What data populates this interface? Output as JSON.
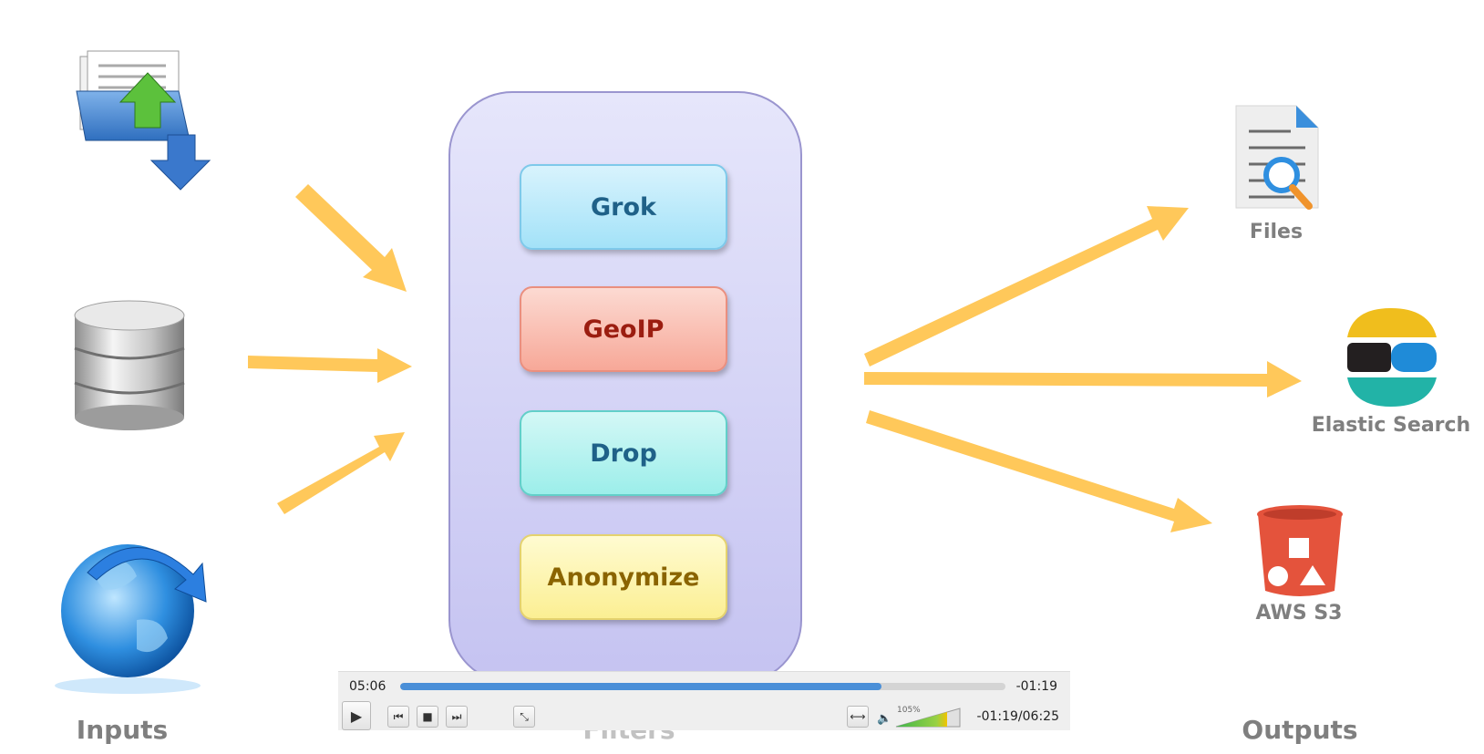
{
  "sections": {
    "inputs_label": "Inputs",
    "filters_label": "Filters",
    "outputs_label": "Outputs"
  },
  "filters": [
    {
      "label": "Grok"
    },
    {
      "label": "GeoIP"
    },
    {
      "label": "Drop"
    },
    {
      "label": "Anonymize"
    }
  ],
  "inputs": [
    {
      "icon": "file-transfer-icon"
    },
    {
      "icon": "database-icon"
    },
    {
      "icon": "globe-icon"
    }
  ],
  "outputs": [
    {
      "label": "Files",
      "icon": "file-search-icon"
    },
    {
      "label": "Elastic Search",
      "icon": "elasticsearch-icon"
    },
    {
      "label": "AWS S3",
      "icon": "s3-bucket-icon"
    }
  ],
  "player": {
    "elapsed": "05:06",
    "remaining": "-01:19",
    "remaining_total": "-01:19/06:25",
    "volume": "105%",
    "progress": 0.795
  },
  "colors": {
    "arrow": "#ffc85a",
    "filters_panel": "#c5c3f1",
    "accent_blue": "#4a8fd8"
  }
}
